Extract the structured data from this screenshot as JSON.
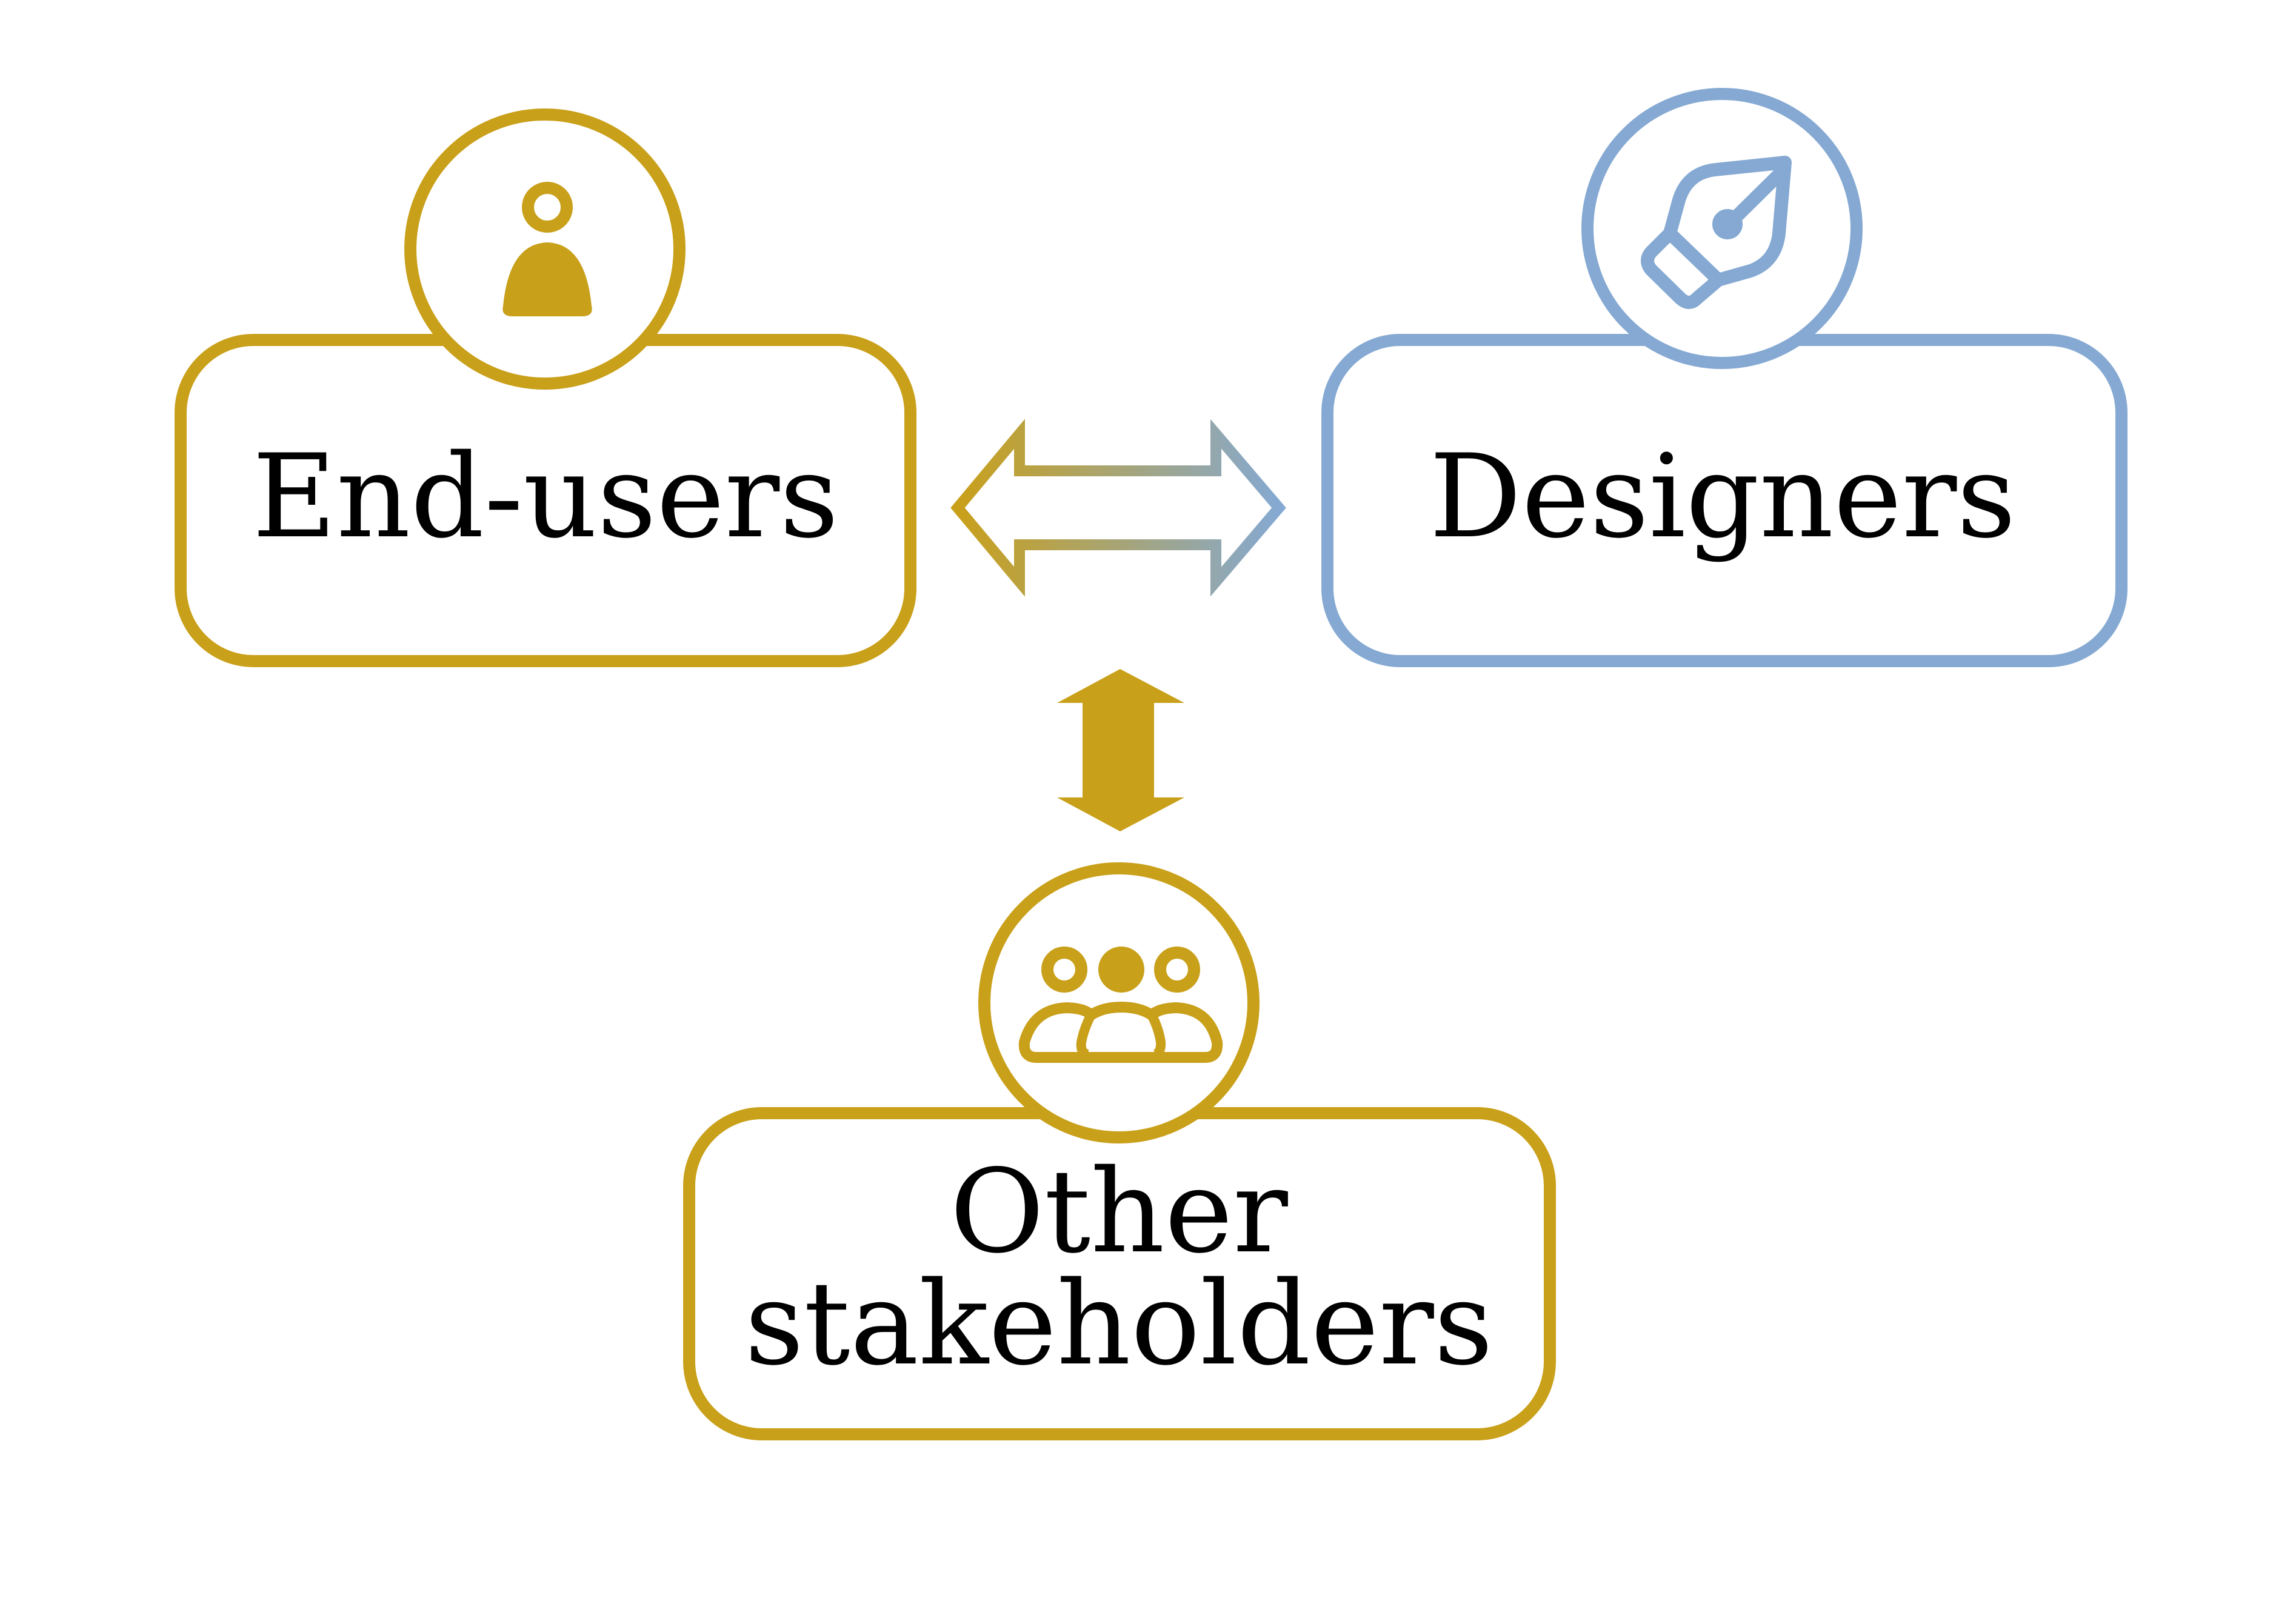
{
  "colors": {
    "gold": "#C9A01A",
    "blue": "#85A9D2",
    "text": "#000000",
    "background": "#FFFFFF"
  },
  "nodes": {
    "end_users": {
      "label": "End-users",
      "icon": "user-icon"
    },
    "designers": {
      "label": "Designers",
      "icon": "pen-nib-icon"
    },
    "other": {
      "label_line1": "Other",
      "label_line2": "stakeholders",
      "icon": "group-icon"
    }
  },
  "edges": [
    {
      "from": "End-users",
      "to": "Designers",
      "type": "bidirectional-outline-gradient"
    },
    {
      "from": "End-users / Designers",
      "to": "Other stakeholders",
      "type": "bidirectional-solid"
    }
  ]
}
